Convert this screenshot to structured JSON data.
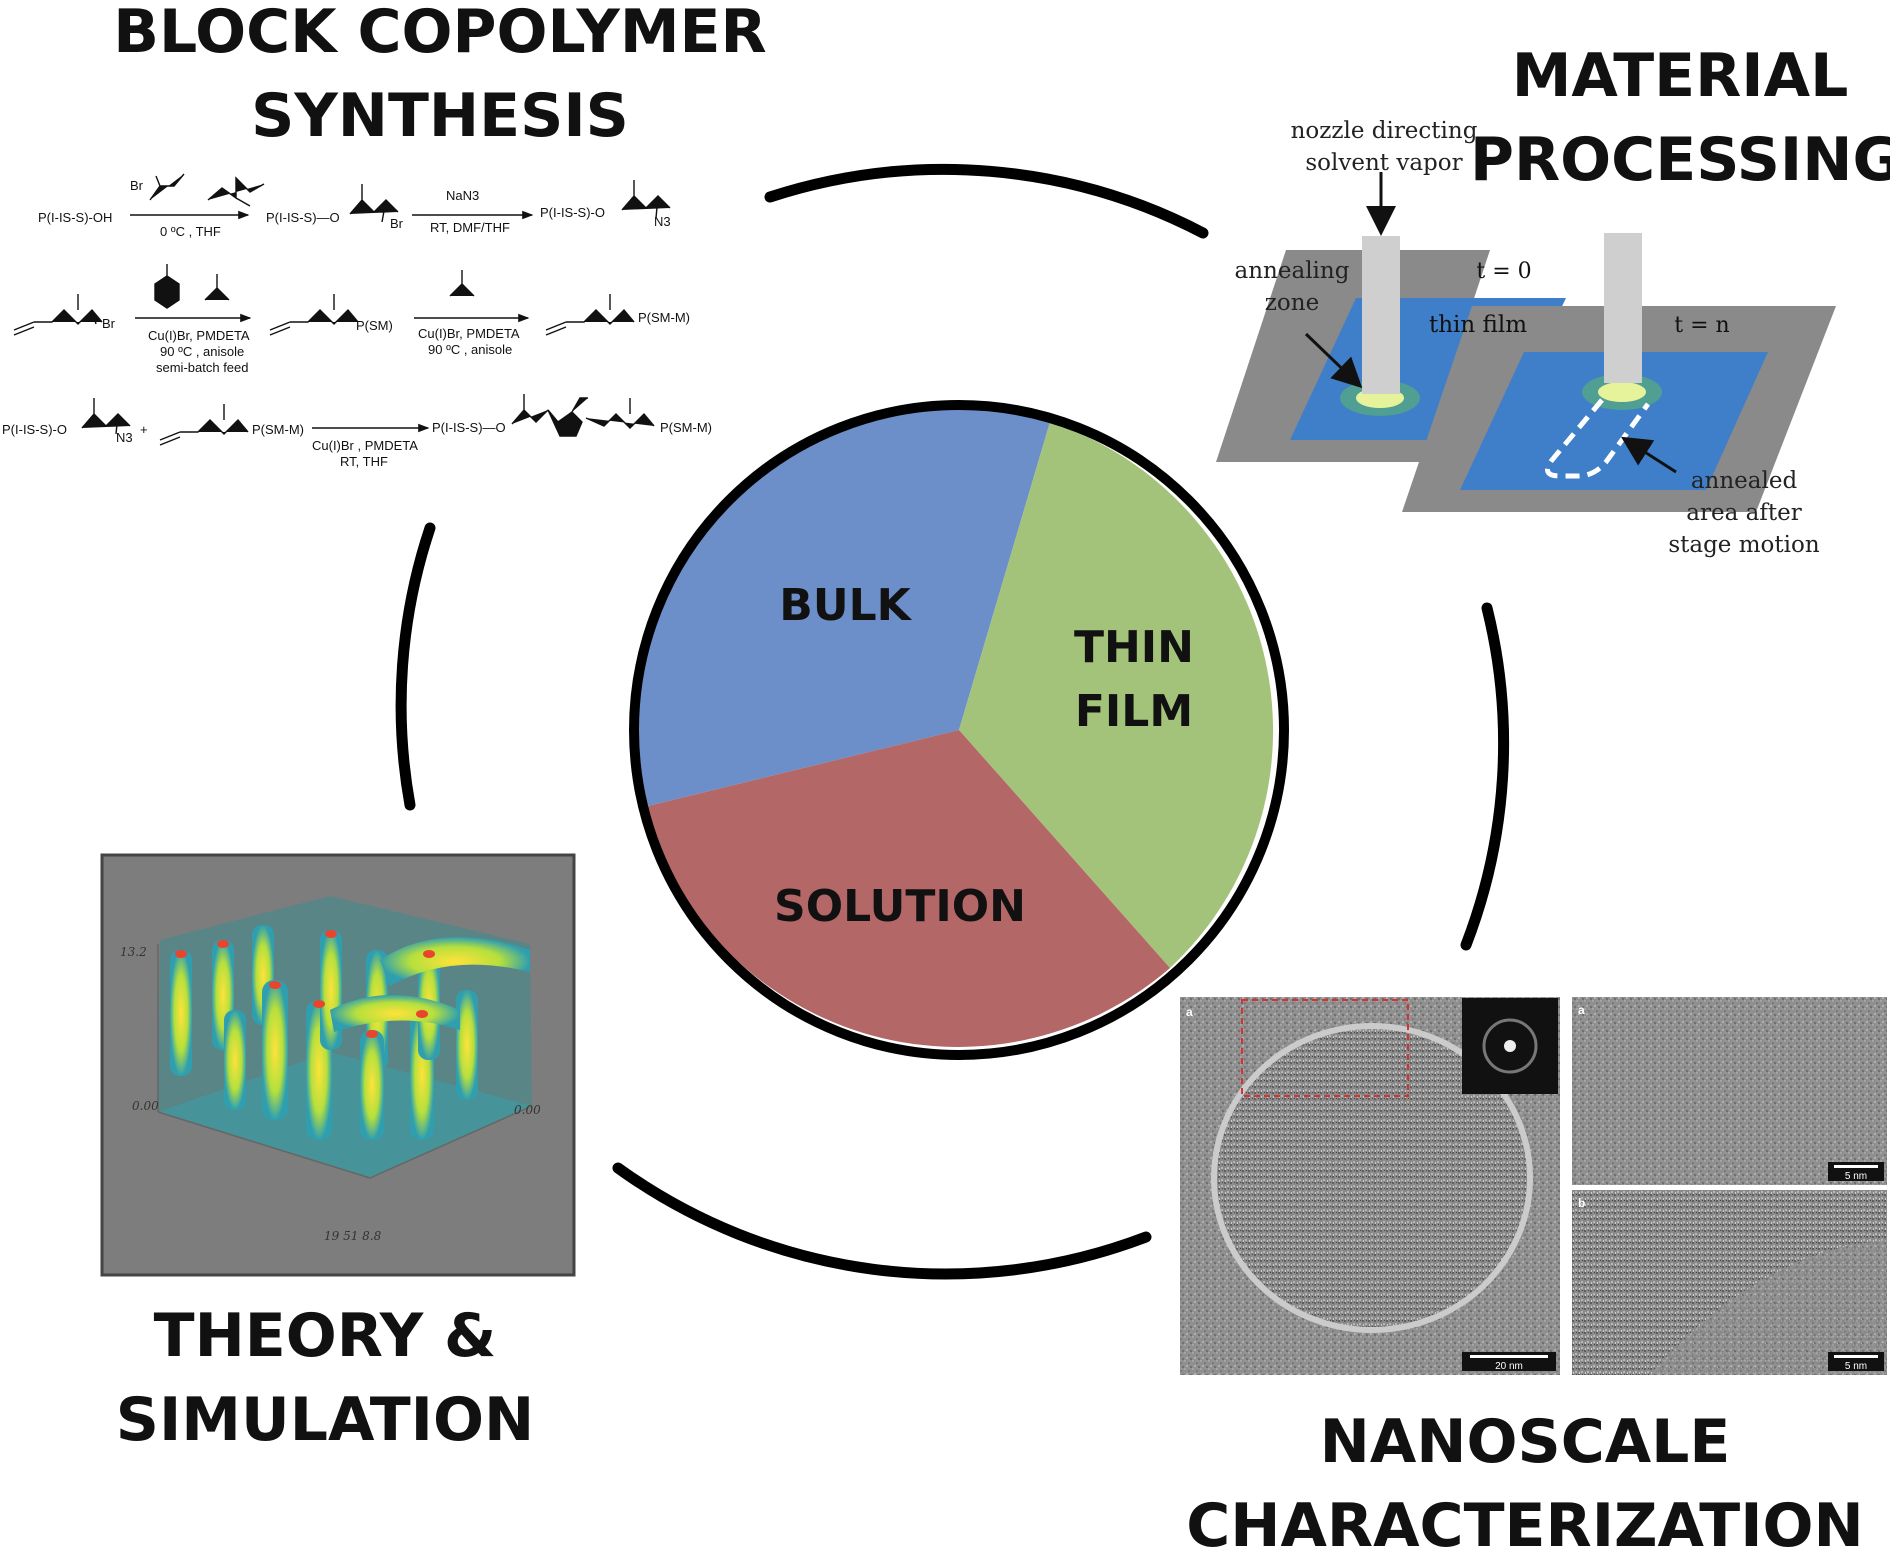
{
  "headings": {
    "synthesis": [
      "BLOCK COPOLYMER",
      "SYNTHESIS"
    ],
    "processing": [
      "MATERIAL",
      "PROCESSING"
    ],
    "theory": [
      "THEORY &",
      "SIMULATION"
    ],
    "characterization": [
      "NANOSCALE",
      "CHARACTERIZATION"
    ]
  },
  "pie": {
    "slices": [
      {
        "label": "BULK",
        "color": "#6c8ec9"
      },
      {
        "label_lines": [
          "THIN",
          "FILM"
        ],
        "color": "#a4c37a"
      },
      {
        "label": "SOLUTION",
        "color": "#b36766"
      }
    ]
  },
  "processing_panel": {
    "nozzle_label": [
      "nozzle directing",
      "solvent vapor"
    ],
    "annealing_zone_label": [
      "annealing",
      "zone"
    ],
    "time_start": "t = 0",
    "time_end": "t = n",
    "thin_film_label": "thin film",
    "annealed_area_label": [
      "annealed",
      "area after",
      "stage motion"
    ],
    "colors": {
      "stage": "#8a8a8a",
      "film": "#3f7fc9",
      "nozzle": "#cfcfcf",
      "zone": "#e6f39a"
    }
  },
  "synthesis_scheme": {
    "row1": {
      "reactant": "P(I-IS-S)-OH",
      "reagent_top": "Br",
      "conditions": "0 ºC , THF",
      "intermediate": "P(I-IS-S)—O",
      "intermediate_sub": "Br",
      "reagent2": "NaN3",
      "conditions2": "RT, DMF/THF",
      "product": "P(I-IS-S)-O",
      "product_sub": "N3"
    },
    "row2": {
      "reactant_sub": "Br",
      "conditions": [
        "Cu(I)Br, PMDETA",
        "90 ºC , anisole",
        "semi-batch feed"
      ],
      "intermediate": "P(SM)",
      "conditions2": [
        "Cu(I)Br, PMDETA",
        "90 ºC , anisole"
      ],
      "product": "P(SM-M)"
    },
    "row3": {
      "reactant": "P(I-IS-S)-O",
      "reactant_sub": "N3",
      "plus": "+",
      "partner": "P(SM-M)",
      "conditions": [
        "Cu(I)Br , PMDETA",
        "RT, THF"
      ],
      "product_left": "P(I-IS-S)—O",
      "product_right": "P(SM-M)"
    }
  },
  "simulation_panel": {
    "axis_top": "13.2",
    "axis_origin": "0.00",
    "axis_right": "0.00",
    "axis_bottom": "19 51 8.8",
    "background": "#7d7d7d"
  },
  "tem_panel": {
    "label_a_large": "a",
    "scale_large": "20 nm",
    "label_a_small": "a",
    "label_b_small": "b",
    "scale_small_top": "5 nm",
    "scale_small_bottom": "5 nm"
  }
}
